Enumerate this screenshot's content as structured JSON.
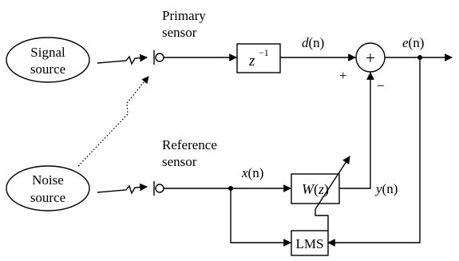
{
  "signal_source": {
    "line1": "Signal",
    "line2": "source"
  },
  "noise_source": {
    "line1": "Noise",
    "line2": "source"
  },
  "primary_sensor": {
    "line1": "Primary",
    "line2": "sensor"
  },
  "reference_sensor": {
    "line1": "Reference",
    "line2": "sensor"
  },
  "delay_block": {
    "base": "z",
    "exponent": "−1"
  },
  "summer": {
    "symbol": "+",
    "plus_sign": "+",
    "minus_sign": "−"
  },
  "adaptive_filter": {
    "label": "W(z)"
  },
  "lms_block": {
    "label": "LMS"
  },
  "signals": {
    "d": {
      "name": "d",
      "arg": "(n)"
    },
    "e": {
      "name": "e",
      "arg": "(n)"
    },
    "x": {
      "name": "x",
      "arg": "(n)"
    },
    "y": {
      "name": "y",
      "arg": "(n)"
    }
  }
}
